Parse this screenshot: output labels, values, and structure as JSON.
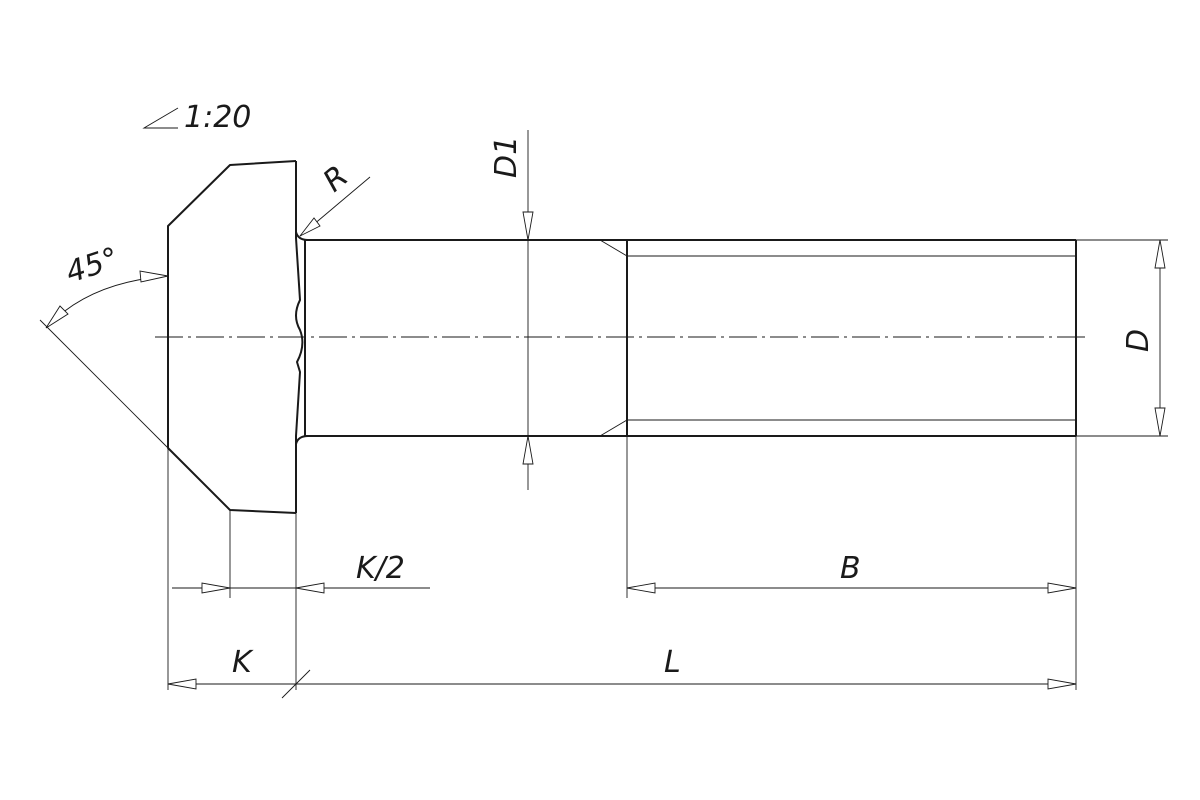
{
  "drawing": {
    "labels": {
      "taper": "1:20",
      "angle": "45°",
      "radius": "R",
      "shank_diameter": "D1",
      "thread_diameter": "D",
      "half_head_height": "K/2",
      "thread_length": "B",
      "head_height": "K",
      "length": "L"
    }
  }
}
